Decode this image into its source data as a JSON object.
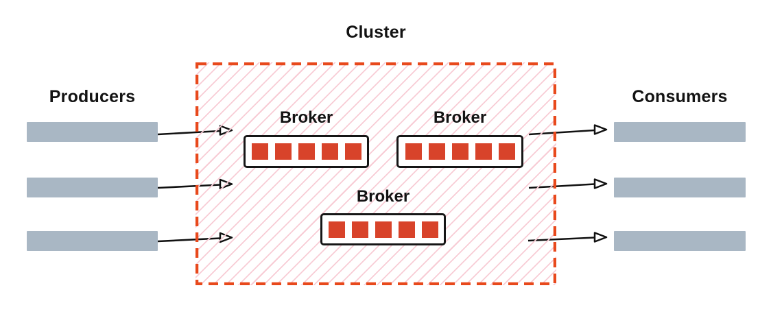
{
  "diagram": {
    "title": "Cluster",
    "producers_label": "Producers",
    "consumers_label": "Consumers",
    "producer_count": 3,
    "consumer_count": 3,
    "brokers": [
      {
        "label": "Broker",
        "partitions": 5
      },
      {
        "label": "Broker",
        "partitions": 5
      },
      {
        "label": "Broker",
        "partitions": 5
      }
    ],
    "colors": {
      "cluster_border": "#e8491c",
      "hatch": "#f8ccd5",
      "partition": "#d8432a",
      "bar": "#a9b7c4",
      "box_border": "#161616",
      "text": "#131313",
      "arrow": "#111111"
    }
  }
}
